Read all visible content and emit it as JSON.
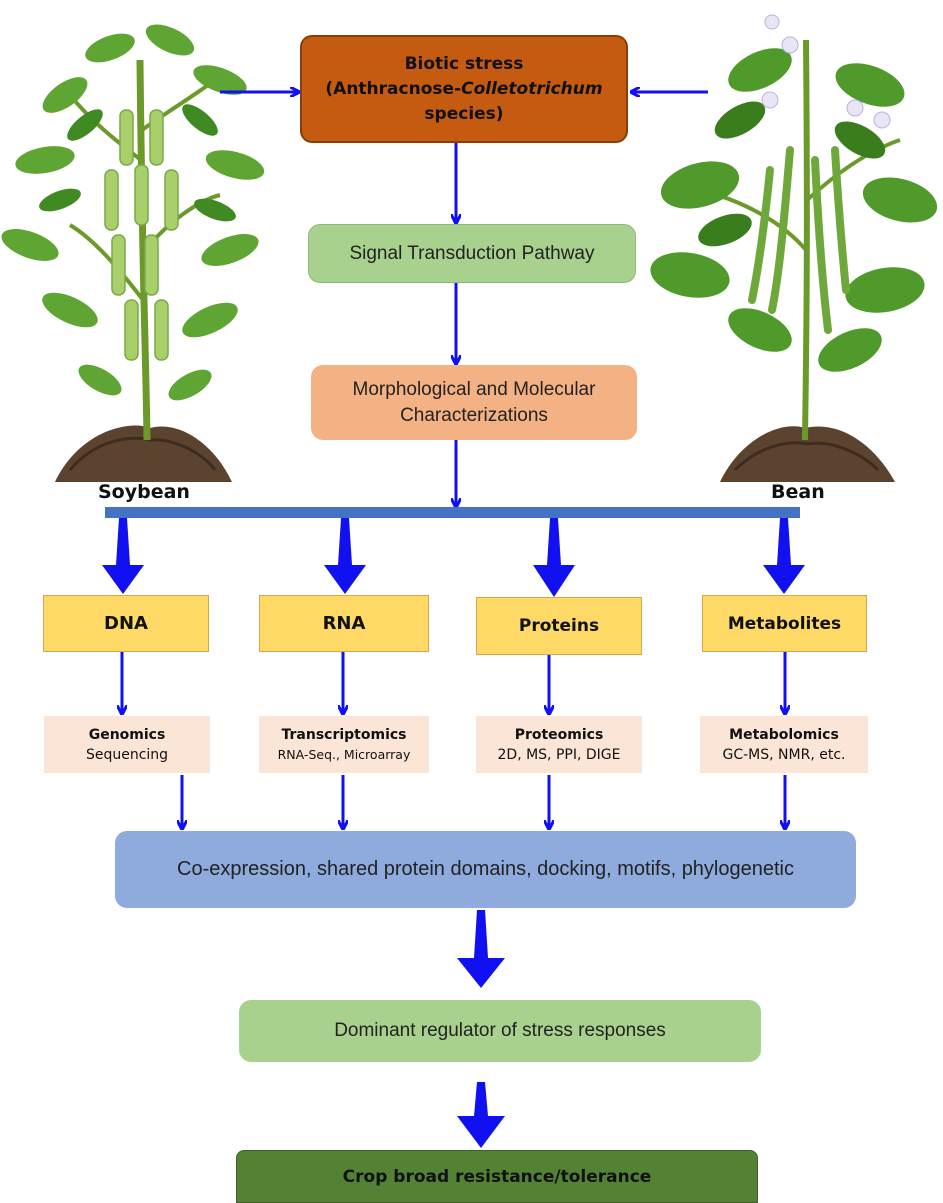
{
  "plants": {
    "left_label": "Soybean",
    "right_label": "Bean"
  },
  "biotic": {
    "line1": "Biotic stress",
    "line2_prefix": "(Anthracnose-",
    "line2_italic": "Colletotrichum",
    "line3": "species)"
  },
  "signal": {
    "label": "Signal Transduction Pathway"
  },
  "morph": {
    "line1": "Morphological and Molecular",
    "line2": "Characterizations"
  },
  "molecules": [
    {
      "label": "DNA"
    },
    {
      "label": "RNA"
    },
    {
      "label": "Proteins"
    },
    {
      "label": "Metabolites"
    }
  ],
  "omics": [
    {
      "title": "Genomics",
      "sub": "Sequencing"
    },
    {
      "title": "Transcriptomics",
      "sub": "RNA-Seq., Microarray"
    },
    {
      "title": "Proteomics",
      "sub": "2D, MS, PPI, DIGE"
    },
    {
      "title": "Metabolomics",
      "sub": "GC-MS, NMR, etc."
    }
  ],
  "coexpr": {
    "label": "Co-expression, shared protein domains, docking, motifs, phylogenetic"
  },
  "dominant": {
    "label": "Dominant regulator of stress responses"
  },
  "crop": {
    "label": "Crop broad resistance/tolerance"
  },
  "colors": {
    "arrow": "#1010f0",
    "bar": "#4472c4",
    "biotic": "#c55a11",
    "signal_green": "#a9d18e",
    "morph_orange": "#f4b183",
    "molecule_yellow": "#ffd966",
    "omic_peach": "#fbe5d6",
    "coexpr_blue": "#8faadc",
    "crop_dark_green": "#548235"
  }
}
